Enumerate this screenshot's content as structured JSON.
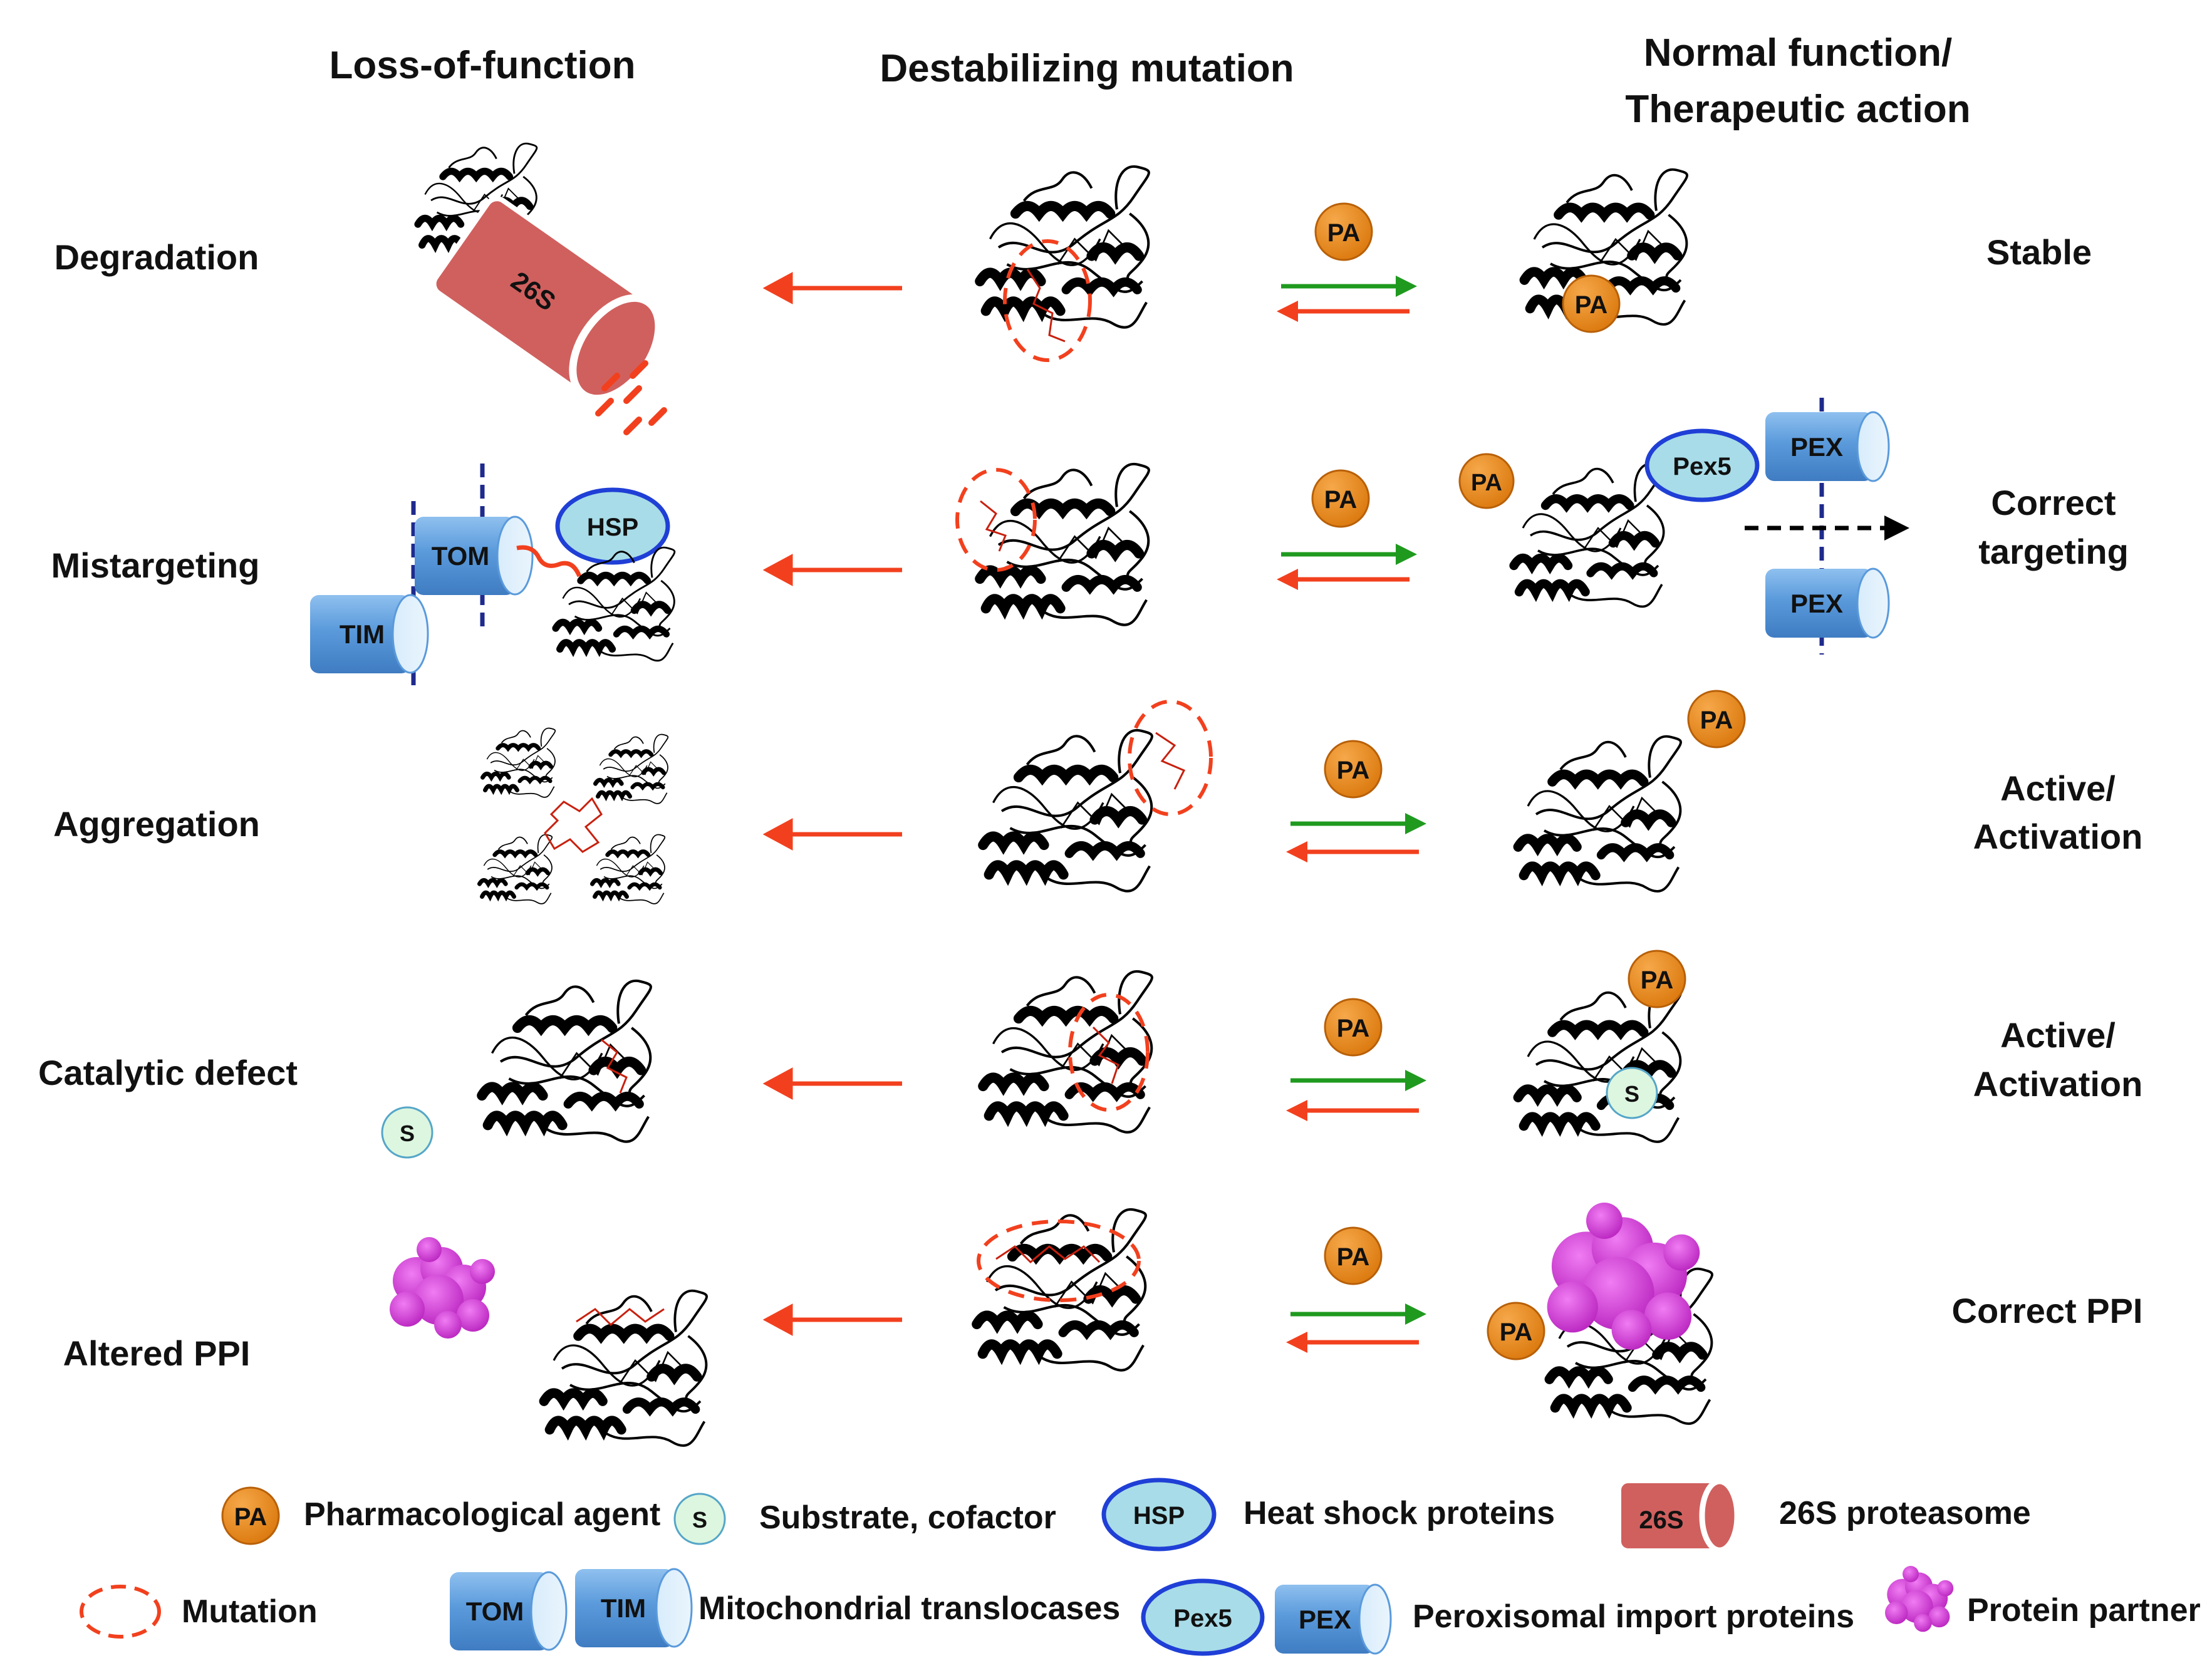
{
  "headers": {
    "loss": "Loss-of-function",
    "destabilizing": "Destabilizing mutation",
    "normal_line1": "Normal function/",
    "normal_line2": "Therapeutic action"
  },
  "rows": [
    {
      "mechanism": "Degradation",
      "outcome_line1": "Stable",
      "outcome_line2": ""
    },
    {
      "mechanism": "Mistargeting",
      "outcome_line1": "Correct",
      "outcome_line2": "targeting"
    },
    {
      "mechanism": "Aggregation",
      "outcome_line1": "Active/",
      "outcome_line2": "Activation"
    },
    {
      "mechanism": "Catalytic defect",
      "outcome_line1": "Active/",
      "outcome_line2": "Activation"
    },
    {
      "mechanism": "Altered PPI",
      "outcome_line1": "Correct PPI",
      "outcome_line2": ""
    }
  ],
  "badges": {
    "pa": "PA",
    "s": "S",
    "hsp": "HSP",
    "proteasome": "26S",
    "tom": "TOM",
    "tim": "TIM",
    "pex5": "Pex5",
    "pex": "PEX"
  },
  "legend": {
    "pa": "Pharmacological agent",
    "substrate": "Substrate, cofactor",
    "hsp": "Heat shock proteins",
    "proteasome": "26S proteasome",
    "mutation": "Mutation",
    "translocases": "Mitochondrial translocases",
    "peroxisomal": "Peroxisomal import proteins",
    "partner": "Protein partner"
  },
  "colors": {
    "pa_fill": "#E8850F",
    "s_fill": "#DDF6E0",
    "hsp_fill": "#A8DCE8",
    "oval_border": "#1F3FD6",
    "cylinder": "#5A9ADB",
    "proteasome": "#D0605E",
    "arrow_red": "#F2401E",
    "arrow_green": "#1F9A1F",
    "partner": "#D33AD8",
    "membrane": "#1E2A8C"
  },
  "icons": [
    "protein-ribbon-icon",
    "proteasome-icon",
    "translocase-icon",
    "protein-partner-icon",
    "mutation-ring-icon"
  ]
}
